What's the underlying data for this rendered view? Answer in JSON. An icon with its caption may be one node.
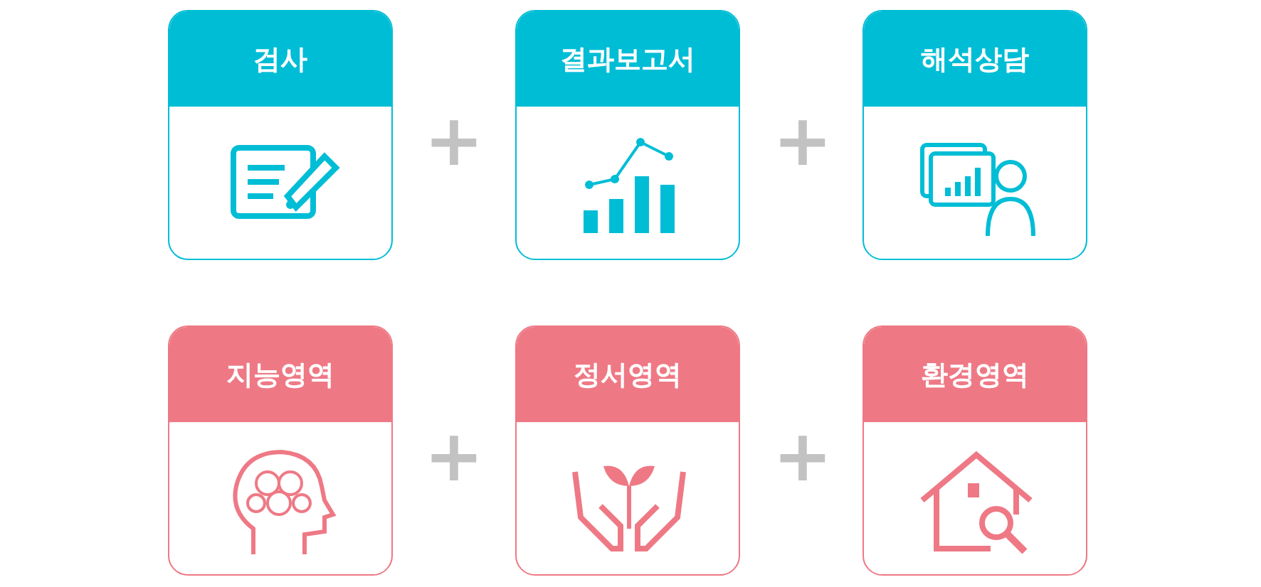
{
  "diagram": {
    "nodes": [
      {
        "text": [
          "검사"
        ]
      },
      {
        "text": [
          "결과보고서"
        ]
      },
      {
        "text": [
          "해석상담"
        ]
      },
      {
        "text": [
          "지능영역"
        ]
      },
      {
        "text": [
          "정서영역"
        ]
      },
      {
        "text": [
          "환경영역"
        ]
      }
    ],
    "labels": [
      "+",
      "+",
      "+",
      "+"
    ]
  }
}
